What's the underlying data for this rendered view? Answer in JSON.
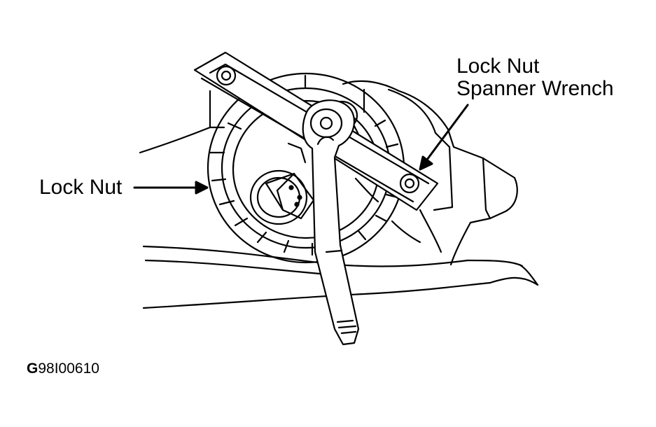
{
  "labels": {
    "lock_nut": "Lock Nut",
    "spanner_line1": "Lock Nut",
    "spanner_line2": "Spanner Wrench"
  },
  "figure_id": {
    "prefix": "G",
    "number": "98I00610"
  },
  "colors": {
    "line": "#000000",
    "background": "#ffffff"
  }
}
